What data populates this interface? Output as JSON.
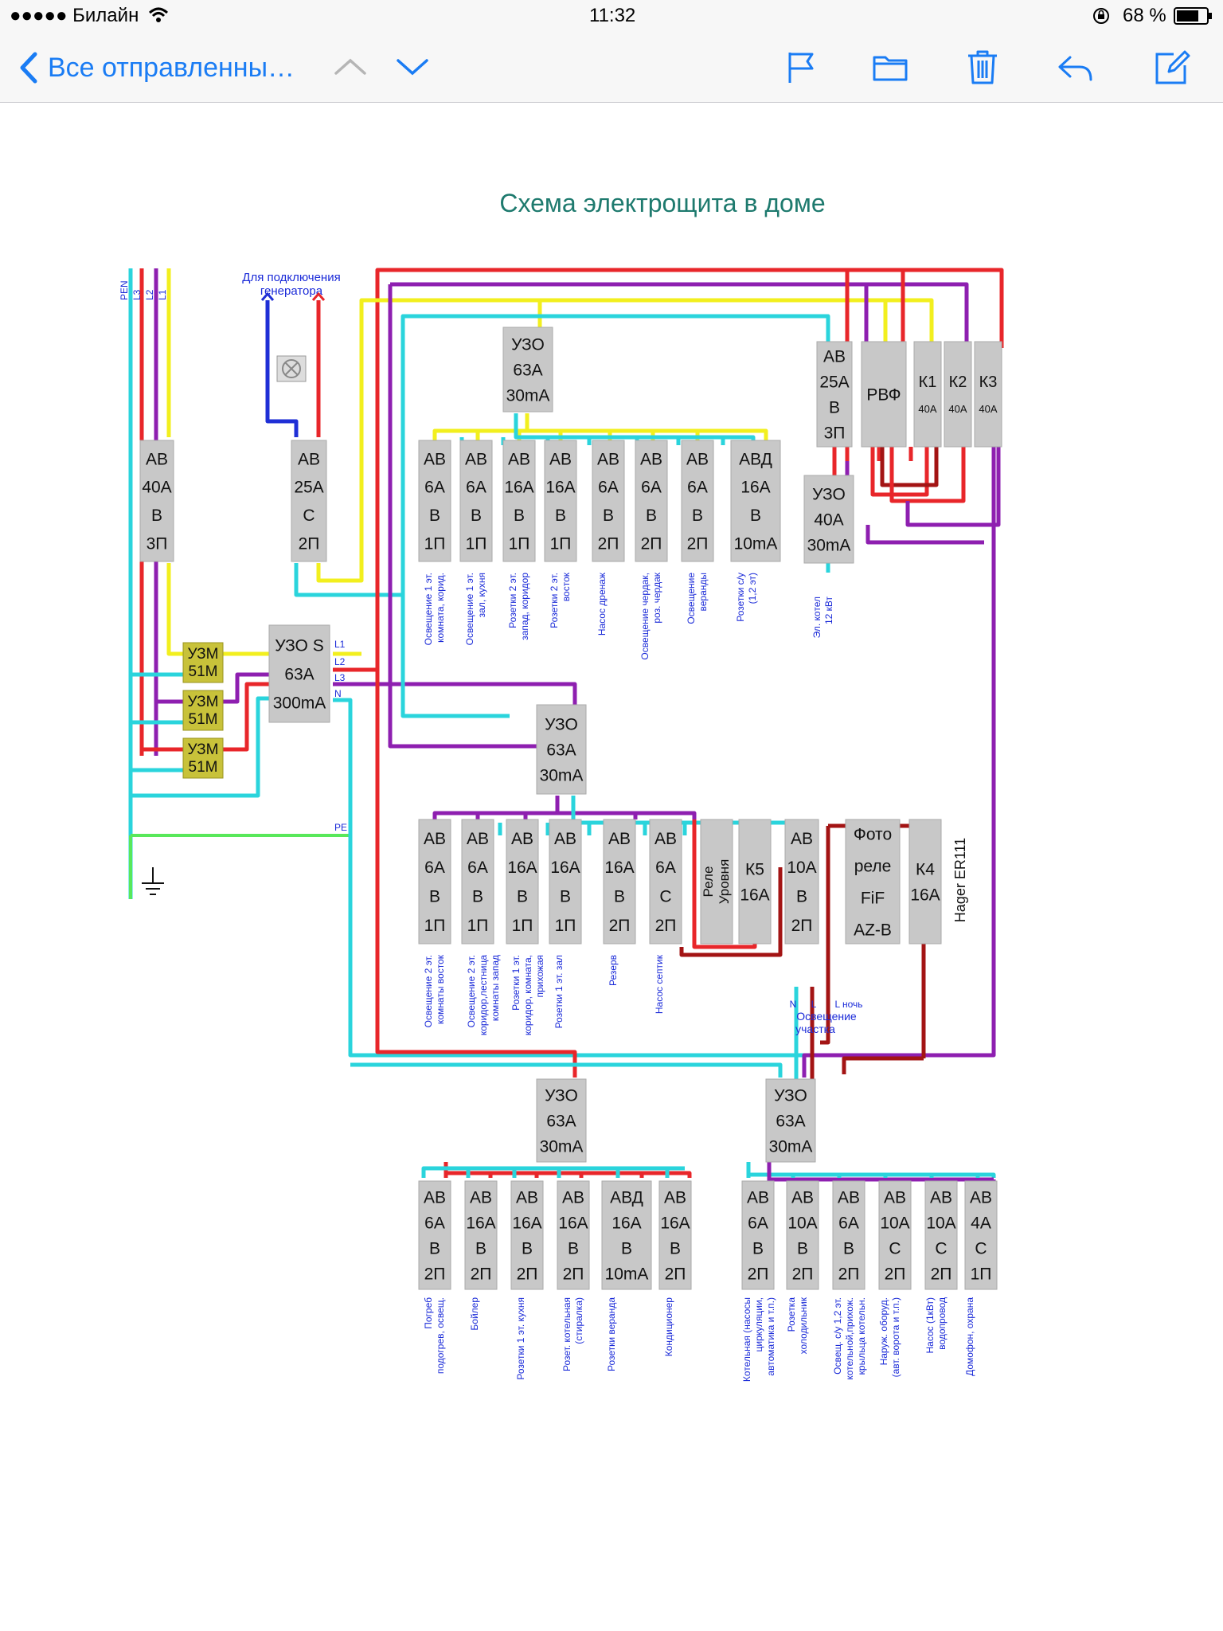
{
  "status": {
    "carrier": "●●●●● Билайн",
    "time": "11:32",
    "battery": "68 %"
  },
  "nav": {
    "back_label": "Все отправленны…"
  },
  "doc": {
    "title": "Схема электрощита в доме",
    "bus_labels": [
      "PEN",
      "L3",
      "L2",
      "L1"
    ],
    "gen_label_1": "Для подключения",
    "gen_label_2": "генератора",
    "line_labels": {
      "l1": "L1",
      "l2": "L2",
      "l3": "L3",
      "n": "N",
      "pe": "PE"
    },
    "hager": "Hager ER111",
    "n_label": "N",
    "l_label": "L",
    "lnight_label": "L ночь",
    "outdoor_1": "Освещение",
    "outdoor_2": "участка",
    "main_breaker": {
      "lines": [
        "АВ",
        "40А",
        "В",
        "3П"
      ]
    },
    "gen_breaker": {
      "lines": [
        "АВ",
        "25А",
        "С",
        "2П"
      ]
    },
    "uzm": [
      [
        "УЗМ",
        "51М"
      ],
      [
        "УЗМ",
        "51М"
      ],
      [
        "УЗМ",
        "51М"
      ]
    ],
    "uzo_s": {
      "lines": [
        "УЗО S",
        "63А",
        "300mA"
      ]
    },
    "uzo_top": {
      "lines": [
        "УЗО",
        "63А",
        "30mA"
      ]
    },
    "top_breakers": [
      {
        "lines": [
          "АВ",
          "6А",
          "В",
          "1П"
        ],
        "label": [
          "Освещение 1 эт.",
          "комната, корид."
        ]
      },
      {
        "lines": [
          "АВ",
          "6А",
          "В",
          "1П"
        ],
        "label": [
          "Освещение 1 эт.",
          "зал, кухня"
        ]
      },
      {
        "lines": [
          "АВ",
          "16А",
          "В",
          "1П"
        ],
        "label": [
          "Розетки 2 эт.",
          "запад, коридор"
        ]
      },
      {
        "lines": [
          "АВ",
          "16А",
          "В",
          "1П"
        ],
        "label": [
          "Розетки 2 эт.",
          "восток"
        ]
      },
      {
        "lines": [
          "АВ",
          "6А",
          "В",
          "2П"
        ],
        "label": [
          "Насос дренаж"
        ]
      },
      {
        "lines": [
          "АВ",
          "6А",
          "В",
          "2П"
        ],
        "label": [
          "Освещение чердак,",
          "роз. чердак"
        ]
      },
      {
        "lines": [
          "АВ",
          "6А",
          "В",
          "2П"
        ],
        "label": [
          "Освещение",
          "веранды"
        ]
      },
      {
        "lines": [
          "АВД",
          "16А",
          "В",
          "10mA"
        ],
        "label": [
          "Розетки с/у",
          "(1,2 эт)"
        ]
      }
    ],
    "ab25": {
      "lines": [
        "АВ",
        "25А",
        "В",
        "3П"
      ]
    },
    "uzo40": {
      "lines": [
        "УЗО",
        "40А",
        "30mA"
      ]
    },
    "boiler_label": [
      "Эл. котел",
      "12 кВт"
    ],
    "rvf": {
      "lines": [
        "РВФ"
      ]
    },
    "contactors": [
      {
        "lines": [
          "К1",
          "40А"
        ]
      },
      {
        "lines": [
          "К2",
          "40А"
        ]
      },
      {
        "lines": [
          "К3",
          "40А"
        ]
      }
    ],
    "uzo_mid": {
      "lines": [
        "УЗО",
        "63А",
        "30mA"
      ]
    },
    "mid_breakers": [
      {
        "lines": [
          "АВ",
          "6А",
          "В",
          "1П"
        ],
        "label": [
          "Освещение 2 эт.",
          "комнаты восток"
        ]
      },
      {
        "lines": [
          "АВ",
          "6А",
          "В",
          "1П"
        ],
        "label": [
          "Освещение 2 эт.",
          "коридор,лестница",
          "комнаты запад"
        ]
      },
      {
        "lines": [
          "АВ",
          "16А",
          "В",
          "1П"
        ],
        "label": [
          "Розетки 1 эт.",
          "коридор, комната,",
          "прихожая"
        ]
      },
      {
        "lines": [
          "АВ",
          "16А",
          "В",
          "1П"
        ],
        "label": [
          "Розетки 1 эт. зал"
        ]
      },
      {
        "lines": [
          "АВ",
          "16А",
          "В",
          "2П"
        ],
        "label": [
          "Резерв"
        ]
      },
      {
        "lines": [
          "АВ",
          "6А",
          "С",
          "2П"
        ],
        "label": [
          "Насос септик"
        ]
      }
    ],
    "rele": {
      "lines": [
        "Реле",
        "Уровня"
      ]
    },
    "k5": {
      "lines": [
        "К5",
        "16А"
      ]
    },
    "ab10": {
      "lines": [
        "АВ",
        "10А",
        "В",
        "2П"
      ]
    },
    "foto": {
      "lines": [
        "Фото",
        "реле",
        "FiF",
        "AZ-B"
      ]
    },
    "k4": {
      "lines": [
        "К4",
        "16А"
      ]
    },
    "uzo_bl": {
      "lines": [
        "УЗО",
        "63А",
        "30mA"
      ]
    },
    "uzo_br": {
      "lines": [
        "УЗО",
        "63А",
        "30mA"
      ]
    },
    "bl_breakers": [
      {
        "lines": [
          "АВ",
          "6А",
          "В",
          "2П"
        ],
        "label": [
          "Погреб",
          "подогрев, освещ."
        ]
      },
      {
        "lines": [
          "АВ",
          "16А",
          "В",
          "2П"
        ],
        "label": [
          "Бойлер"
        ]
      },
      {
        "lines": [
          "АВ",
          "16А",
          "В",
          "2П"
        ],
        "label": [
          "Розетки 1 эт. кухня"
        ]
      },
      {
        "lines": [
          "АВ",
          "16А",
          "В",
          "2П"
        ],
        "label": [
          "Розет. котельная",
          "(стиралка)"
        ]
      },
      {
        "lines": [
          "АВД",
          "16А",
          "В",
          "10mA"
        ],
        "label": [
          "Розетки веранда"
        ]
      },
      {
        "lines": [
          "АВ",
          "16А",
          "В",
          "2П"
        ],
        "label": [
          "Кондиционер"
        ]
      }
    ],
    "br_breakers": [
      {
        "lines": [
          "АВ",
          "6А",
          "В",
          "2П"
        ],
        "label": [
          "Котельная (насосы",
          "циркуляции,",
          "автоматика и т.п.)"
        ]
      },
      {
        "lines": [
          "АВ",
          "10А",
          "В",
          "2П"
        ],
        "label": [
          "Розетка",
          "холодильник"
        ]
      },
      {
        "lines": [
          "АВ",
          "6А",
          "В",
          "2П"
        ],
        "label": [
          "Освещ. с/у 1,2 эт.",
          "котельной,прихож.",
          "крыльца котельн."
        ]
      },
      {
        "lines": [
          "АВ",
          "10А",
          "С",
          "2П"
        ],
        "label": [
          "Наруж. оборуд.",
          "(авт. ворота и т.п.)"
        ]
      },
      {
        "lines": [
          "АВ",
          "10А",
          "С",
          "2П"
        ],
        "label": [
          "Насос (1кВт)",
          "водопровод"
        ]
      },
      {
        "lines": [
          "АВ",
          "4А",
          "С",
          "1П"
        ],
        "label": [
          "Домофон, охрана"
        ]
      }
    ]
  }
}
